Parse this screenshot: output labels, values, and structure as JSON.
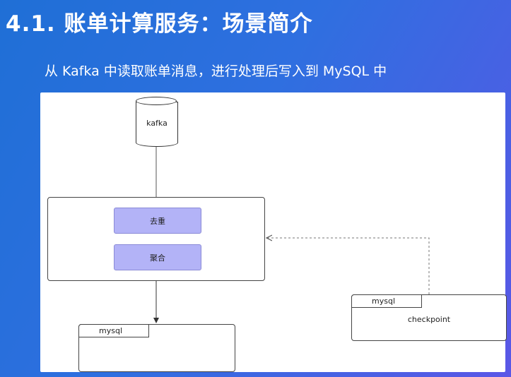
{
  "slide": {
    "title": "4.1. 账单计算服务：场景简介",
    "subtitle": "从 Kafka 中读取账单消息，进行处理后写入到 MySQL 中"
  },
  "diagram": {
    "source": {
      "label": "kafka"
    },
    "processor": {
      "steps": [
        "去重",
        "聚合"
      ]
    },
    "sink": {
      "tab": "mysql"
    },
    "checkpoint_store": {
      "tab": "mysql",
      "label": "checkpoint"
    }
  }
}
